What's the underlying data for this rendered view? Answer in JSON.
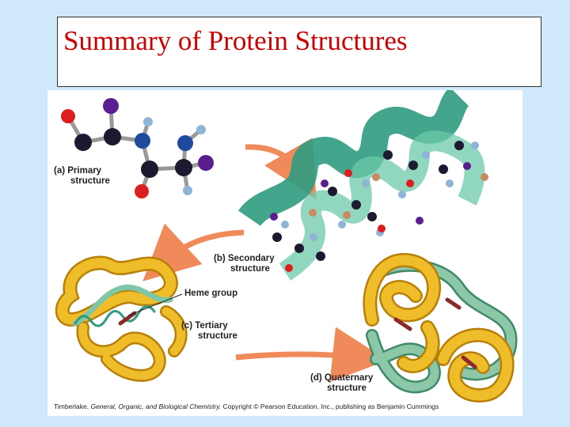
{
  "slide": {
    "title": "Summary of Protein Structures",
    "colors": {
      "background": "#cfe9fb",
      "title": "#cc0000",
      "helix": "#3aa88c",
      "tertiary": "#e8b21c",
      "quaternary_alt": "#7dbb9a",
      "arrow": "#f08a5a"
    }
  },
  "figure": {
    "primary_label_1": "(a) Primary",
    "primary_label_2": "structure",
    "secondary_label_1": "(b) Secondary",
    "secondary_label_2": "structure",
    "heme_label": "Heme group",
    "tertiary_label_1": "(c) Tertiary",
    "tertiary_label_2": "structure",
    "quaternary_label_1": "(d) Quaternary",
    "quaternary_label_2": "structure",
    "credit_prefix": "Timberlake, ",
    "credit_book": "General, Organic, and Biological Chemistry.",
    "credit_suffix": " Copyright © Pearson Education, Inc., publishing as Benjamin Cummings"
  }
}
